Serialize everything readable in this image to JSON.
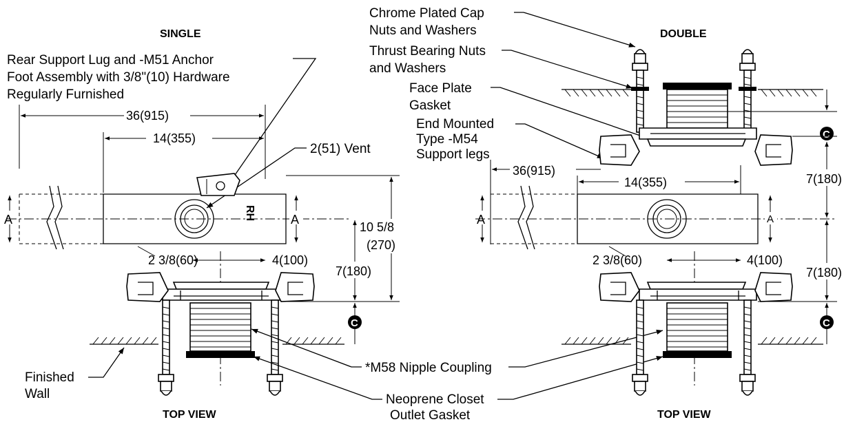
{
  "views": {
    "single_title": "SINGLE",
    "double_title": "DOUBLE",
    "top_view_left": "TOP VIEW",
    "top_view_right": "TOP VIEW"
  },
  "callouts": {
    "rear_support_1": "Rear Support Lug and -M51 Anchor",
    "rear_support_2": "Foot Assembly with 3/8\"(10) Hardware",
    "rear_support_3": "Regularly Furnished",
    "vent": "2(51) Vent",
    "chrome_1": "Chrome Plated Cap",
    "chrome_2": "Nuts and Washers",
    "thrust_1": "Thrust Bearing Nuts",
    "thrust_2": "and Washers",
    "face_1": "Face Plate",
    "face_2": "Gasket",
    "end_1": "End Mounted",
    "end_2": "Type -M54",
    "end_3": "Support legs",
    "nipple": "*M58 Nipple Coupling",
    "neoprene_1": "Neoprene Closet",
    "neoprene_2": "Outlet Gasket",
    "wall_1": "Finished",
    "wall_2": "Wall",
    "rh_mark": "RH"
  },
  "dimensions": {
    "left_overall": "36(915)",
    "left_inner": "14(355)",
    "left_offset": "2 3/8(60)",
    "left_depth": "4(100)",
    "left_height_1": "10 5/8",
    "left_height_2": "(270)",
    "left_7": "7(180)",
    "left_A1": "A",
    "left_A2": "A",
    "right_overall": "36(915)",
    "right_inner": "14(355)",
    "right_offset": "2 3/8(60)",
    "right_depth": "4(100)",
    "right_7_upper": "7(180)",
    "right_7_lower": "7(180)",
    "right_A1": "A",
    "right_A2": "A"
  },
  "symbols": {
    "centerline": "C"
  }
}
